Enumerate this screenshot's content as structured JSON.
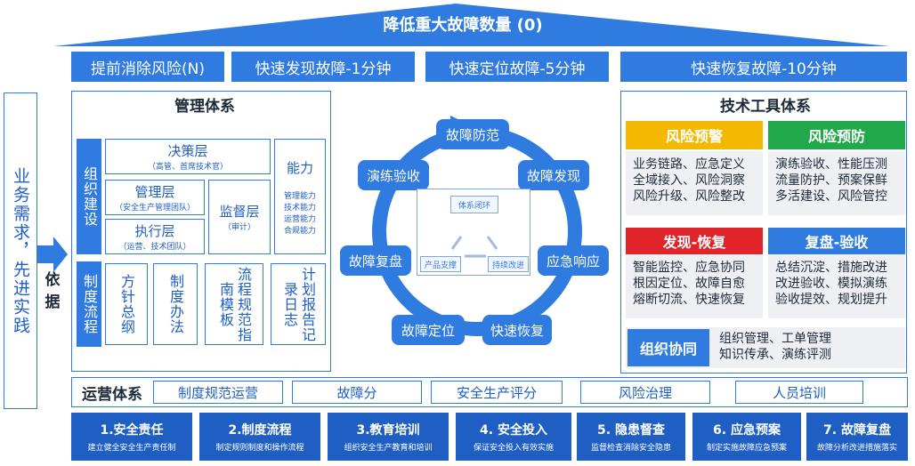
{
  "roof": {
    "title": "降低重大故障数量 (0)"
  },
  "goals": [
    "提前消除风险(N)",
    "快速发现故障-1分钟",
    "快速定位故障-5分钟",
    "快速恢复故障-10分钟"
  ],
  "side": {
    "label": "业务需求，先进实践",
    "basis": "依据"
  },
  "management": {
    "title": "管理体系",
    "org_label": "组织建设",
    "decision": {
      "title": "决策层",
      "sub": "（高管、首席技术官）"
    },
    "mgmt_layer": {
      "title": "管理层",
      "sub": "（安全生产管理团队）"
    },
    "exec_layer": {
      "title": "执行层",
      "sub": "（运营、技术团队）"
    },
    "supervise": {
      "title": "监督层",
      "sub": "（审计）"
    },
    "ability": {
      "title": "能力",
      "items": [
        "管理能力",
        "技术能力",
        "运营能力",
        "合规能力"
      ]
    },
    "process_label": "制度流程",
    "docs": [
      "方针总纲",
      "制度办法",
      "流程规范指南模板",
      "计划报告记录日志"
    ]
  },
  "cycle": {
    "nodes": [
      "故障防范",
      "故障发现",
      "应急响应",
      "快速恢复",
      "故障定位",
      "故障复盘",
      "演练验收"
    ],
    "center": [
      "体系闭环",
      "产品支撑",
      "持续改进"
    ]
  },
  "tech": {
    "title": "技术工具体系",
    "cards": [
      {
        "tag": "风险预警",
        "color": "#f5b800",
        "lines": [
          "业务链路、应急定义",
          "全域接入、风险洞察",
          "风险升级、风险整改"
        ]
      },
      {
        "tag": "风险预防",
        "color": "#21a84a",
        "lines": [
          "演练验收、性能压测",
          "流量防护、预案保鲜",
          "多活建设、风险管控"
        ]
      },
      {
        "tag": "发现-恢复",
        "color": "#e0242a",
        "lines": [
          "智能监控、应急协同",
          "根因定位、故障自愈",
          "熔断切流、快速恢复"
        ]
      },
      {
        "tag": "复盘-验收",
        "color": "#2f7be0",
        "lines": [
          "总结沉淀、措施改进",
          "改进验收、模拟演练",
          "验收提效、规划提升"
        ]
      }
    ],
    "org": {
      "tag": "组织协同",
      "lines": [
        "组织管理、工单管理",
        "知识传承、演练评测"
      ]
    }
  },
  "ops": {
    "title": "运营体系",
    "items": [
      "制度规范运营",
      "故障分",
      "安全生产评分",
      "风险治理",
      "人员培训"
    ]
  },
  "bottom": [
    {
      "t": "1.安全责任",
      "s": "建立健全安全生产责任制"
    },
    {
      "t": "2.制度流程",
      "s": "制定规则制度和操作流程"
    },
    {
      "t": "3.教育培训",
      "s": "组织安全生产教育和培训"
    },
    {
      "t": "4. 安全投入",
      "s": "保证安全投入有效实施"
    },
    {
      "t": "5. 隐患督查",
      "s": "监督检查消除安全隐患"
    },
    {
      "t": "6. 应急预案",
      "s": "制定实施故障应急预案"
    },
    {
      "t": "7. 故障复盘",
      "s": "故障分析改进措施落实"
    }
  ]
}
